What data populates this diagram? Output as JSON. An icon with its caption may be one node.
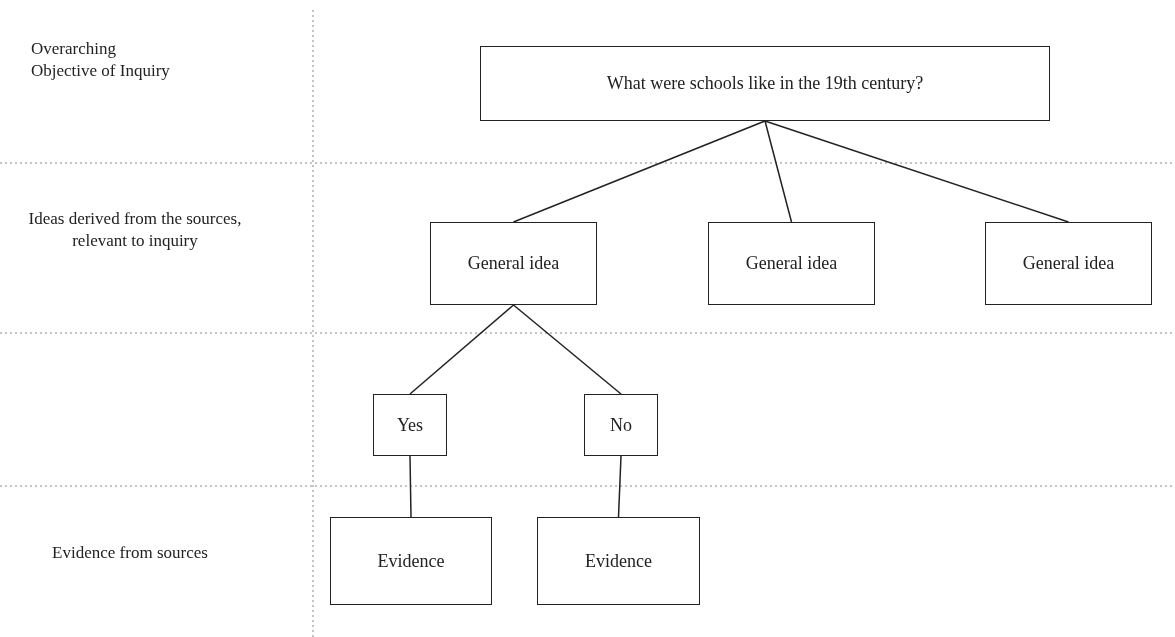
{
  "diagram": {
    "nodes": [
      {
        "text": [
          "What were schools like in the 19th century?"
        ]
      },
      {
        "text": [
          "General idea"
        ]
      },
      {
        "text": [
          "General idea"
        ]
      },
      {
        "text": [
          "General idea"
        ]
      },
      {
        "text": [
          "Yes"
        ]
      },
      {
        "text": [
          "No"
        ]
      },
      {
        "text": [
          "Evidence"
        ]
      },
      {
        "text": [
          "Evidence"
        ]
      }
    ],
    "edges": [
      {
        "from": 0,
        "to": 1,
        "arrow": "none"
      },
      {
        "from": 0,
        "to": 2,
        "arrow": "none"
      },
      {
        "from": 0,
        "to": 3,
        "arrow": "none"
      },
      {
        "from": 1,
        "to": 4,
        "arrow": "none"
      },
      {
        "from": 1,
        "to": 5,
        "arrow": "none"
      },
      {
        "from": 4,
        "to": 6,
        "arrow": "none"
      },
      {
        "from": 5,
        "to": 7,
        "arrow": "none"
      }
    ],
    "labels": [
      "Overarching Objective of Inquiry",
      "Ideas derived from the sources, relevant to inquiry",
      "Evidence from sources"
    ]
  }
}
